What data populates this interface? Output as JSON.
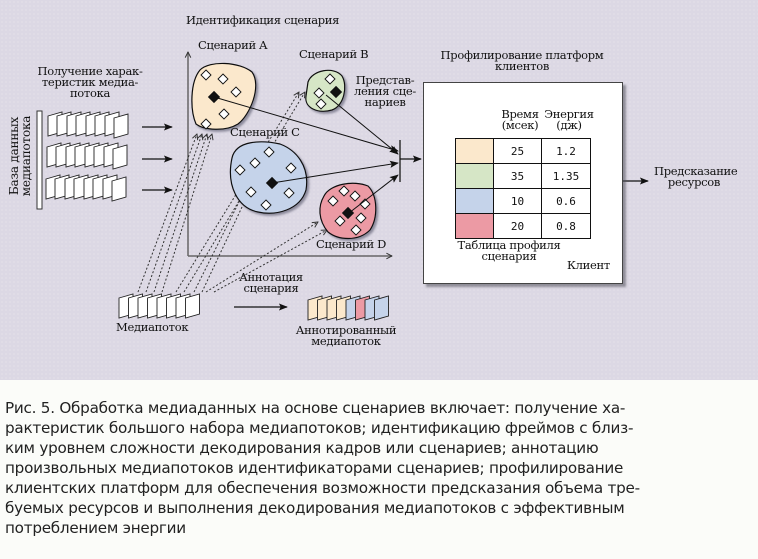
{
  "diagram": {
    "title_identification": "Идентификация сценария",
    "feature_extraction_label": [
      "Получение харак-",
      "теристик медиа-",
      "потока"
    ],
    "database_label": [
      "База данных",
      "медиапотока"
    ],
    "scenarios": [
      {
        "id": "A",
        "label": "Сценарий A",
        "color": "#fbe8cc"
      },
      {
        "id": "B",
        "label": "Сценарий B",
        "color": "#d6e6c6"
      },
      {
        "id": "C",
        "label": "Сценарий C",
        "color": "#c5d3ea"
      },
      {
        "id": "D",
        "label": "Сценарий D",
        "color": "#ec9aa4"
      }
    ],
    "scenario_representations_label": [
      "Представ-",
      "ления сце-",
      "нариев"
    ],
    "client_profiling_label": [
      "Профилирование платформ",
      "клиентов"
    ],
    "profile_table": {
      "headers": [
        {
          "line1": "Время",
          "line2": "(мсек)"
        },
        {
          "line1": "Энергия",
          "line2": "(дж)"
        }
      ],
      "rows": [
        {
          "scenario": "A",
          "color": "#fbe8cc",
          "time": "25",
          "energy": "1.2"
        },
        {
          "scenario": "B",
          "color": "#d6e6c6",
          "time": "35",
          "energy": "1.35"
        },
        {
          "scenario": "C",
          "color": "#c5d3ea",
          "time": "10",
          "energy": "0.6"
        },
        {
          "scenario": "D",
          "color": "#ec9aa4",
          "time": "20",
          "energy": "0.8"
        }
      ],
      "caption": [
        "Таблица профиля",
        "сценария"
      ]
    },
    "client_label": "Клиент",
    "resource_prediction_label": [
      "Предсказание",
      "ресурсов"
    ],
    "annotation_label": [
      "Аннотация",
      "сценария"
    ],
    "mediastream_label": "Медиапоток",
    "annotated_stream_label": [
      "Аннотированный",
      "медиапоток"
    ],
    "annotated_frame_scenarios": [
      "A",
      "A",
      "A",
      "A",
      "C",
      "D",
      "C",
      "C"
    ],
    "background_color": "#dcd8e4"
  },
  "caption": {
    "lines": [
      "Рис. 5. Обработка медиаданных на основе сценариев включает: получение ха-",
      "рактеристик большого набора медиапотоков; идентификацию фреймов с близ-",
      "ким уровнем сложности декодирования кадров или сценариев; аннотацию",
      "произвольных медиапотоков идентификаторами сценариев; профилирование",
      "клиентских платформ для обеспечения возможности предсказания объема тре-",
      "буемых ресурсов и выполнения декодирования медиапотоков с эффективным",
      "потреблением энергии"
    ]
  }
}
